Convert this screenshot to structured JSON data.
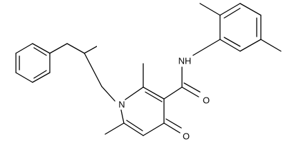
{
  "structure": {
    "atoms": {
      "n1": "N",
      "o1": "O",
      "o2": "O",
      "nh": "NH"
    }
  }
}
